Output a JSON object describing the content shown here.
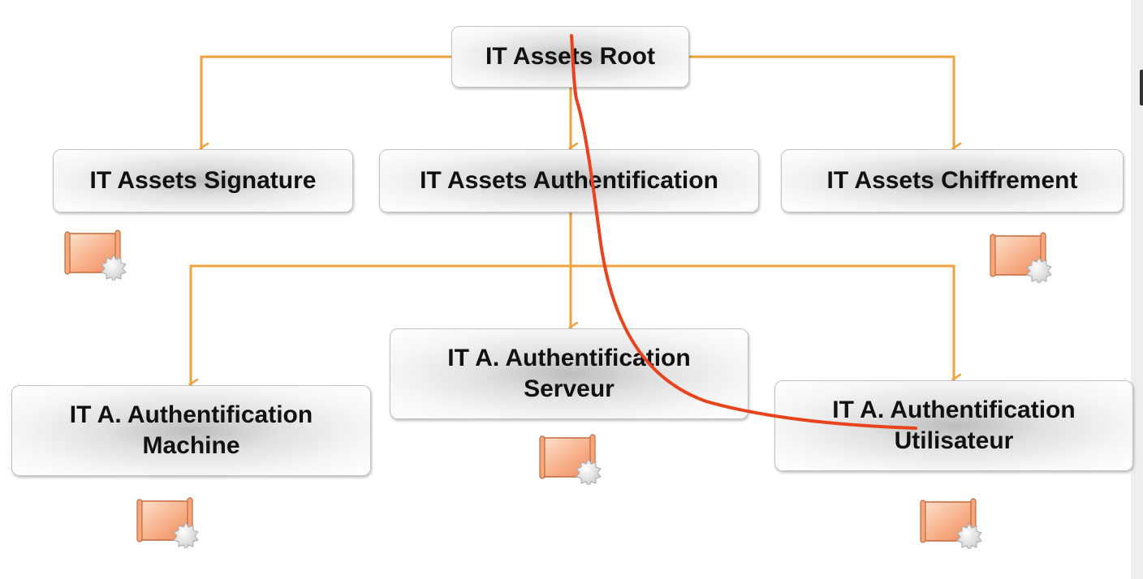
{
  "diagram": {
    "nodes": {
      "root": "IT Assets Root",
      "signature": "IT Assets Signature",
      "authentification": "IT Assets Authentification",
      "chiffrement": "IT Assets Chiffrement",
      "machine": "IT A. Authentification\nMachine",
      "serveur": "IT A. Authentification\nServeur",
      "utilisateur": "IT A. Authentification\nUtilisateur"
    },
    "connector_color": "#f0a03c",
    "annotation_color": "#e8431c",
    "certificate_icon": "certificate-scroll-icon"
  }
}
